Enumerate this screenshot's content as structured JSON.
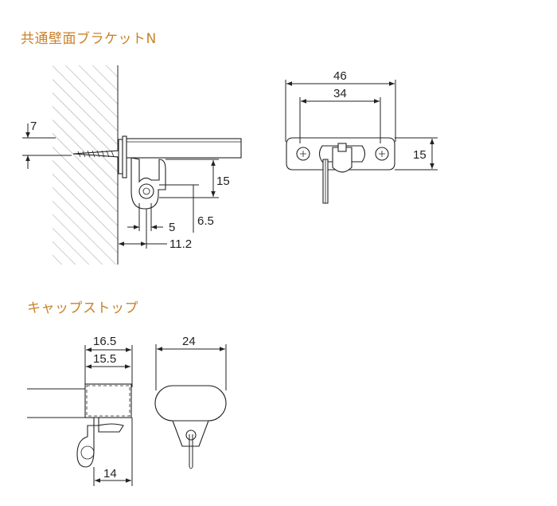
{
  "sections": [
    {
      "title": "共通壁面ブラケットN",
      "side_view_dims": [
        "7",
        "15",
        "6.5",
        "5",
        "11.2"
      ],
      "front_view_dims": [
        "46",
        "34",
        "15"
      ]
    },
    {
      "title": "キャップストップ",
      "side_view_dims": [
        "16.5",
        "15.5",
        "14"
      ],
      "front_view_dims": [
        "24"
      ]
    }
  ],
  "colors": {
    "title": "#c9822a",
    "line": "#222222",
    "hatch": "#9a9a9a"
  }
}
